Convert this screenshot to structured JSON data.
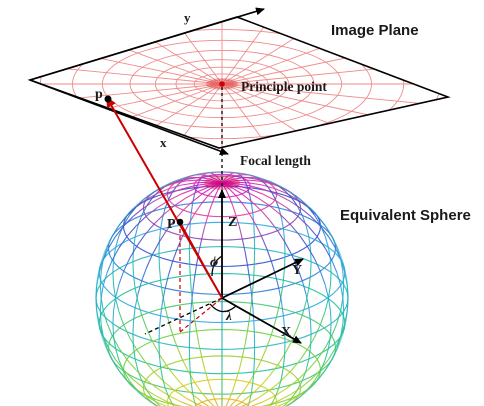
{
  "labels": {
    "image_plane": "Image Plane",
    "equivalent_sphere": "Equivalent Sphere",
    "principle_point": "Principle point",
    "focal_length": "Focal length",
    "plane_axis_x": "x",
    "plane_axis_y": "y",
    "point_p_plane": "p",
    "point_p_sphere": "P",
    "axis_x": "X",
    "axis_y": "Y",
    "axis_z": "Z",
    "angle_phi": "ϕ",
    "angle_lambda": "λ"
  },
  "colors": {
    "ray": "#cc0000",
    "grid": "#f08a8a",
    "axes": "#000000",
    "sphere_palette": [
      "#d400d4",
      "#e0409a",
      "#2f4fd0",
      "#2fa8e0",
      "#20c0a0",
      "#70d040",
      "#d0d020",
      "#f0a020"
    ]
  }
}
